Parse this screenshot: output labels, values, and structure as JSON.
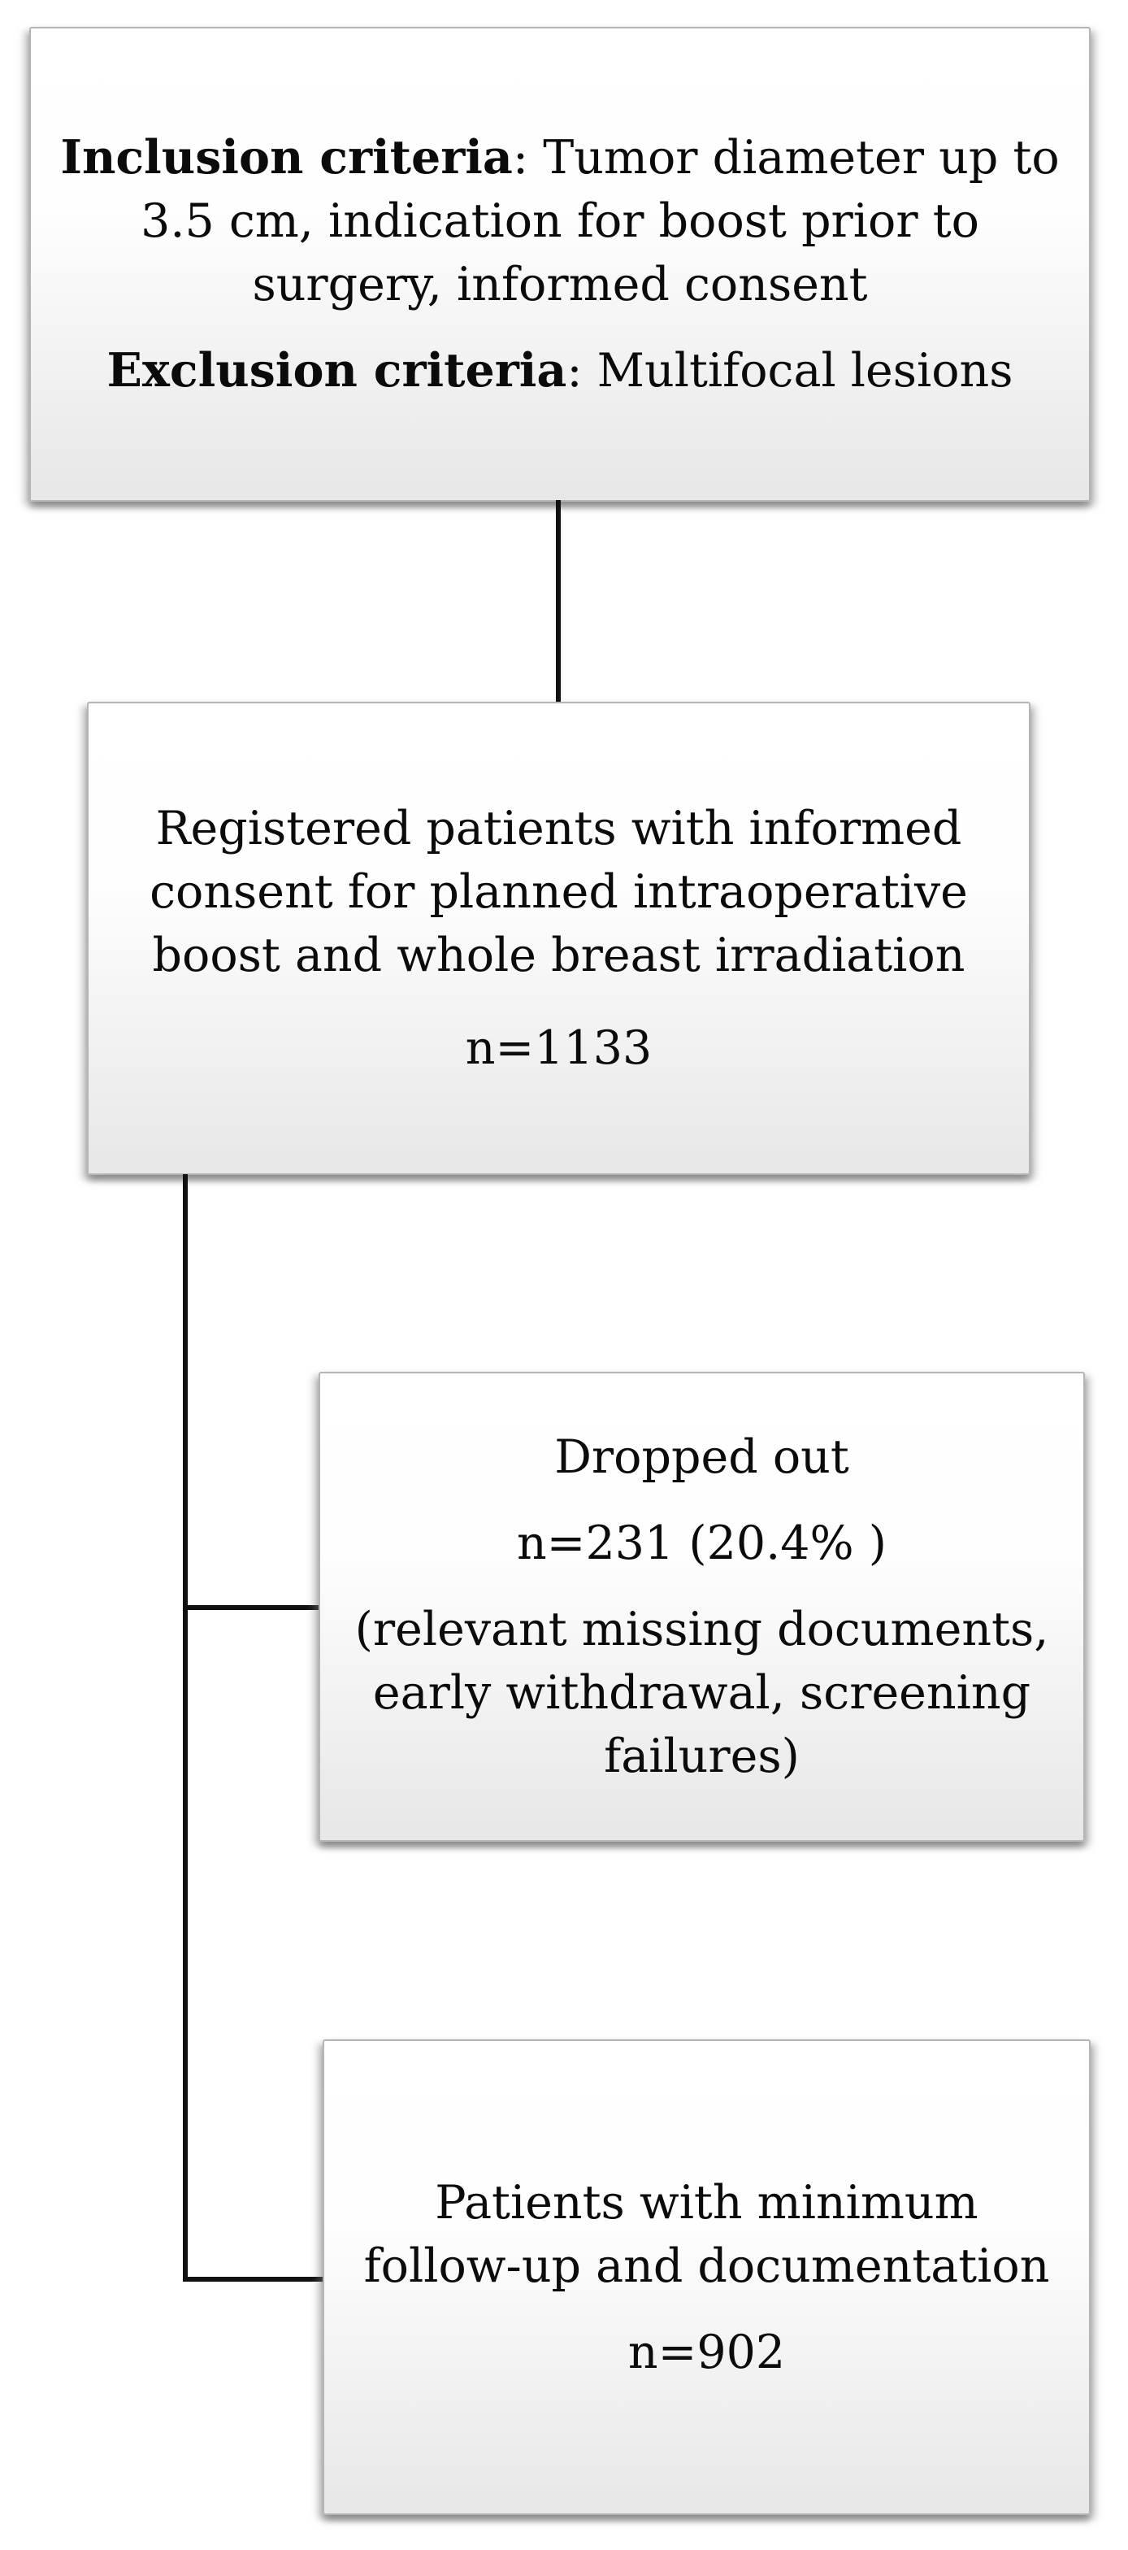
{
  "figure": {
    "type": "flowchart",
    "connector_color": "#111111",
    "box_border_color": "#b5b5b5",
    "box_gradient_top": "#ffffff",
    "box_gradient_bottom": "#e7e7e7",
    "text_color": "#0b0b0b",
    "boxes": {
      "criteria": {
        "inclusion_label": "Inclusion criteria",
        "inclusion_line1_rest": ": Tumor diameter up to",
        "inclusion_line2": "3.5 cm, indication for boost prior to",
        "inclusion_line3": "surgery, informed consent",
        "exclusion_label": "Exclusion criteria",
        "exclusion_rest": ": Multifocal lesions"
      },
      "registered": {
        "line1": "Registered patients with informed",
        "line2": "consent for planned intraoperative",
        "line3": "boost and whole breast irradiation",
        "n": "n=1133"
      },
      "dropped": {
        "title": "Dropped out",
        "n": "n=231 (20.4% )",
        "reason_line1": "(relevant missing documents,",
        "reason_line2": "early withdrawal, screening",
        "reason_line3": "failures)"
      },
      "followup": {
        "line1": "Patients with minimum",
        "line2": "follow-up and documentation",
        "n": "n=902"
      }
    }
  }
}
